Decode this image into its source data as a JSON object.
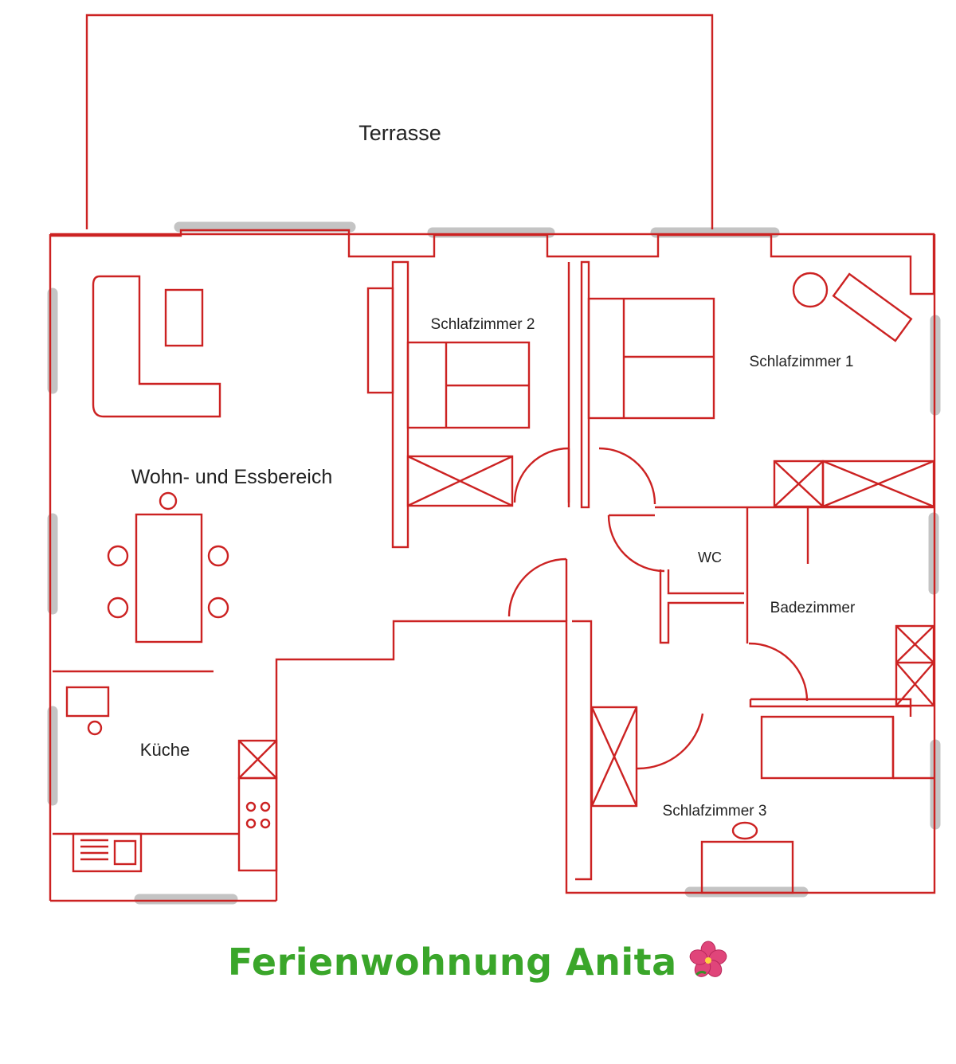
{
  "colors": {
    "wall": "#cc2222",
    "window": "#c4c4c4",
    "title": "#3aa62a",
    "flower": "#e0457a"
  },
  "rooms": {
    "terrace": "Terrasse",
    "bedroom2": "Schlafzimmer 2",
    "bedroom1": "Schlafzimmer 1",
    "living": "Wohn- und Essbereich",
    "wc": "WC",
    "bathroom": "Badezimmer",
    "kitchen": "Küche",
    "bedroom3": "Schlafzimmer 3"
  },
  "title": {
    "text": "Ferienwohnung Anita",
    "icon": "hibiscus-icon"
  }
}
